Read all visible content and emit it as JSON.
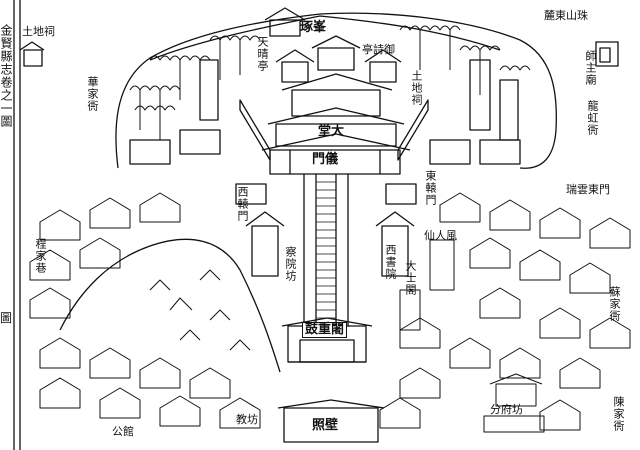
{
  "map": {
    "labels": {
      "peak": "琢峯",
      "ridge_right": "麓東山珠",
      "ridge_left_top": "土地祠",
      "huajia": "華家衖",
      "tianqi_left": "天晴亭",
      "pavilion": "亭詩御",
      "tuling": "土地祠",
      "hall": "堂大",
      "gate_inner": "門儀",
      "shizhu": "師主廟",
      "longhong": "龍虹衖",
      "ruiyun": "瑞雲東門",
      "dongyuan": "東轅門",
      "xiyuan": "西轅門",
      "zhenjun": "程家巷",
      "xiannv": "仙人風",
      "zhujiayi": "察院坊",
      "xishu": "西書院",
      "dashi": "大士閣",
      "suzhou": "蘇家衖",
      "gulou": "鼓重闍",
      "jiaofang": "教坊",
      "gongguan": "公館",
      "fuzhao": "照壁",
      "fangfu": "分府坊",
      "chengjia": "陳家衖"
    },
    "border_left": "金賢縣志卷之一圖",
    "border_left_bottom": "圖"
  }
}
